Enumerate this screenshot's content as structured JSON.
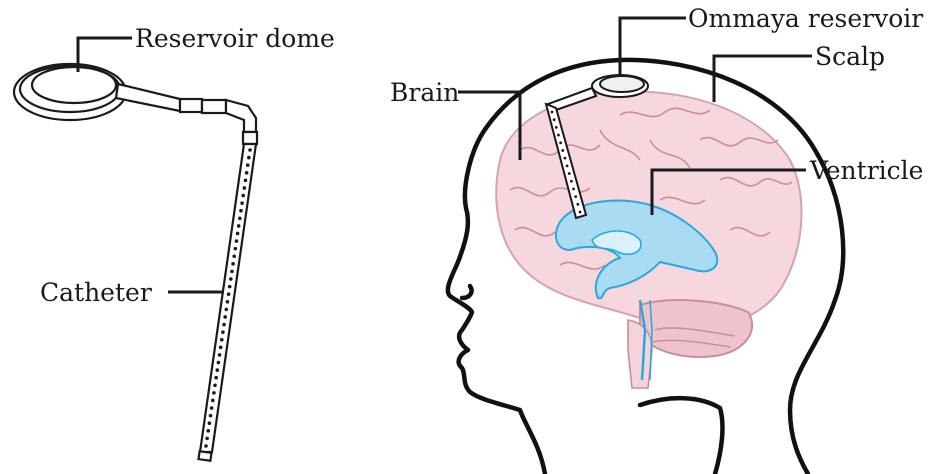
{
  "labels": {
    "reservoir_dome": "Reservoir dome",
    "catheter": "Catheter",
    "brain": "Brain",
    "ommaya_reservoir": "Ommaya reservoir",
    "scalp": "Scalp",
    "ventricle": "Ventricle"
  },
  "colors": {
    "outline": "#111111",
    "brain_fill": "#f5d7dd",
    "brain_stroke": "#c98e9b",
    "ventricle_fill": "#a9dcf2",
    "ventricle_stroke": "#2aa7dc",
    "device_fill": "#ffffff"
  }
}
